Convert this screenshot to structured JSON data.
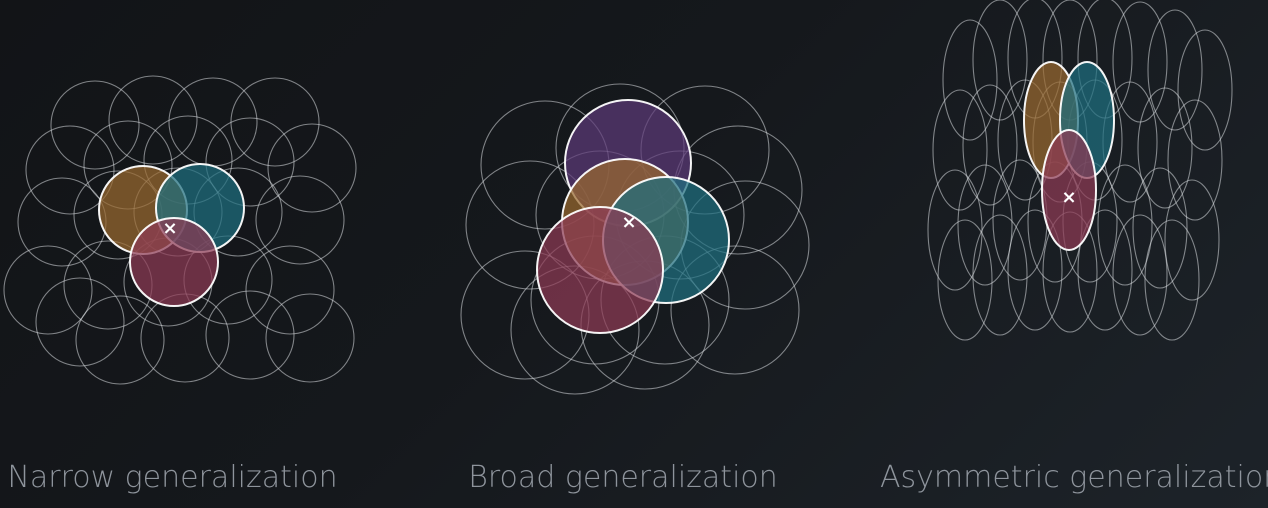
{
  "panels": [
    {
      "caption": "Narrow generalization",
      "style": "narrow"
    },
    {
      "caption": "Broad generalization",
      "style": "broad"
    },
    {
      "caption": "Asymmetric generalization",
      "style": "asymmetric"
    }
  ],
  "colors": {
    "background": "#15181c",
    "outline": "#d8dce0",
    "highlight_outline": "#ffffff",
    "orange": "#9a6a2f",
    "teal": "#1f6f80",
    "crimson": "#8e3a55",
    "purple": "#5d3a78",
    "marker": "#ffffff",
    "caption": "#8e949c"
  },
  "marker_glyph": "×"
}
